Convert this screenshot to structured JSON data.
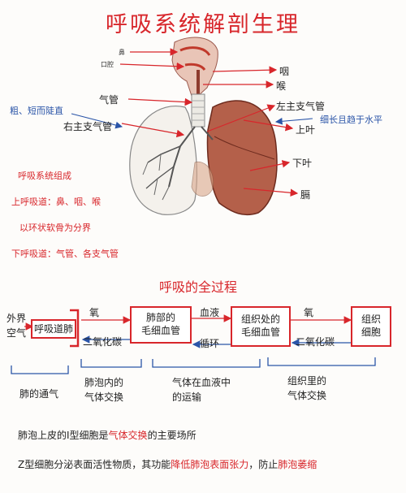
{
  "title": "呼吸系统解剖生理",
  "anatomy": {
    "nose": "鼻",
    "mouth": "口腔",
    "trachea": "气管",
    "pharynx": "咽",
    "larynx": "喉",
    "left_main_bronchus": "左主支气管",
    "right_main_bronchus": "右主支气管",
    "right_note": "粗、短而陡直",
    "left_note": "细长且趋于水平",
    "upper_lobe": "上叶",
    "lower_lobe": "下叶",
    "diaphragm": "膈"
  },
  "composition": {
    "heading": "呼吸系统组成",
    "upper_airway": "上呼吸道：鼻、咽、喉",
    "boundary": "以环状软骨为分界",
    "lower_airway": "下呼吸道：气管、各支气管"
  },
  "process": {
    "heading": "呼吸的全过程",
    "outside_air": [
      "外界",
      "空气"
    ],
    "airway_lung": "呼吸道肺",
    "oxygen1": "氧",
    "co2_1": "二氧化碳",
    "lung_capillary": [
      "肺部的",
      "毛细血管"
    ],
    "blood": "血液",
    "circulation": "循环",
    "tissue_capillary": [
      "组织处的",
      "毛细血管"
    ],
    "oxygen2": "氧",
    "co2_2": "二氧化碳",
    "tissue_cell": [
      "组织",
      "细胞"
    ],
    "lung_ventilation": "肺的通气",
    "alveolar_exchange": [
      "肺泡内的",
      "气体交换"
    ],
    "blood_transport": [
      "气体在血液中",
      "的运输"
    ],
    "tissue_exchange": [
      "组织里的",
      "气体交换"
    ]
  },
  "facts": {
    "line1_a": "肺泡上皮的I型细胞是",
    "line1_b": "气体交换",
    "line1_c": "的主要场所",
    "line2_a": "Z型细胞分泌表面活性物质，其功能",
    "line2_b": "降低肺泡表面张力",
    "line2_c": "，防止",
    "line2_d": "肺泡萎缩"
  },
  "colors": {
    "red": "#d8262b",
    "blue": "#2b55a8",
    "lung": "#b4604a",
    "airway": "#eceae4"
  }
}
